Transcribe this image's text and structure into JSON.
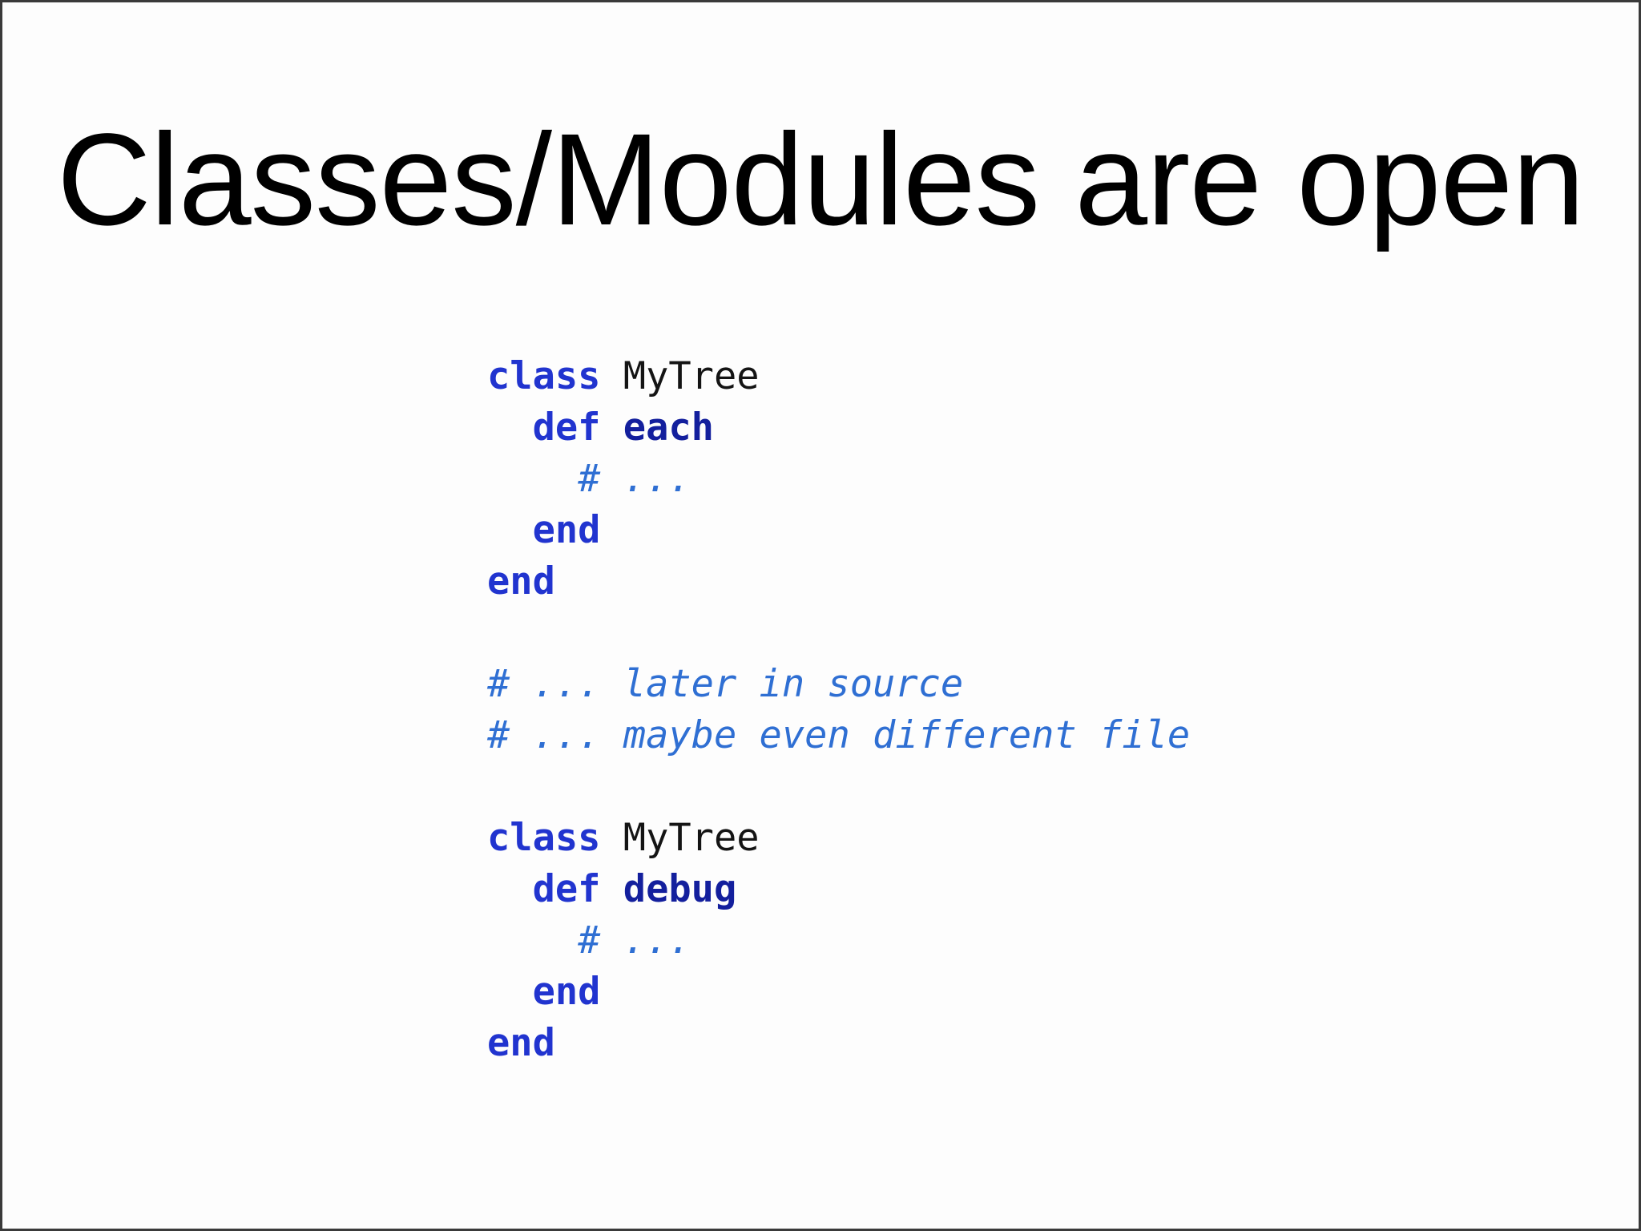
{
  "slide": {
    "title": "Classes/Modules are open"
  },
  "colors": {
    "keyword": "#2134cf",
    "method": "#131f9d",
    "classname": "#141414",
    "comment": "#2f6fd3",
    "plain": "#222222",
    "title": "#000000",
    "background": "#fdfdfd",
    "border": "#3a3a3a"
  },
  "code": {
    "language": "ruby",
    "lines": [
      {
        "tokens": [
          {
            "text": "class",
            "type": "keyword"
          },
          {
            "text": " ",
            "type": "plain"
          },
          {
            "text": "MyTree",
            "type": "classname"
          }
        ]
      },
      {
        "tokens": [
          {
            "text": "  ",
            "type": "plain"
          },
          {
            "text": "def",
            "type": "keyword"
          },
          {
            "text": " ",
            "type": "plain"
          },
          {
            "text": "each",
            "type": "method"
          }
        ]
      },
      {
        "tokens": [
          {
            "text": "    # ...",
            "type": "comment"
          }
        ]
      },
      {
        "tokens": [
          {
            "text": "  ",
            "type": "plain"
          },
          {
            "text": "end",
            "type": "keyword"
          }
        ]
      },
      {
        "tokens": [
          {
            "text": "end",
            "type": "keyword"
          }
        ]
      },
      {
        "tokens": []
      },
      {
        "tokens": [
          {
            "text": "# ... later in source",
            "type": "comment"
          }
        ]
      },
      {
        "tokens": [
          {
            "text": "# ... maybe even different file",
            "type": "comment"
          }
        ]
      },
      {
        "tokens": []
      },
      {
        "tokens": [
          {
            "text": "class",
            "type": "keyword"
          },
          {
            "text": " ",
            "type": "plain"
          },
          {
            "text": "MyTree",
            "type": "classname"
          }
        ]
      },
      {
        "tokens": [
          {
            "text": "  ",
            "type": "plain"
          },
          {
            "text": "def",
            "type": "keyword"
          },
          {
            "text": " ",
            "type": "plain"
          },
          {
            "text": "debug",
            "type": "method"
          }
        ]
      },
      {
        "tokens": [
          {
            "text": "    # ...",
            "type": "comment"
          }
        ]
      },
      {
        "tokens": [
          {
            "text": "  ",
            "type": "plain"
          },
          {
            "text": "end",
            "type": "keyword"
          }
        ]
      },
      {
        "tokens": [
          {
            "text": "end",
            "type": "keyword"
          }
        ]
      }
    ]
  }
}
